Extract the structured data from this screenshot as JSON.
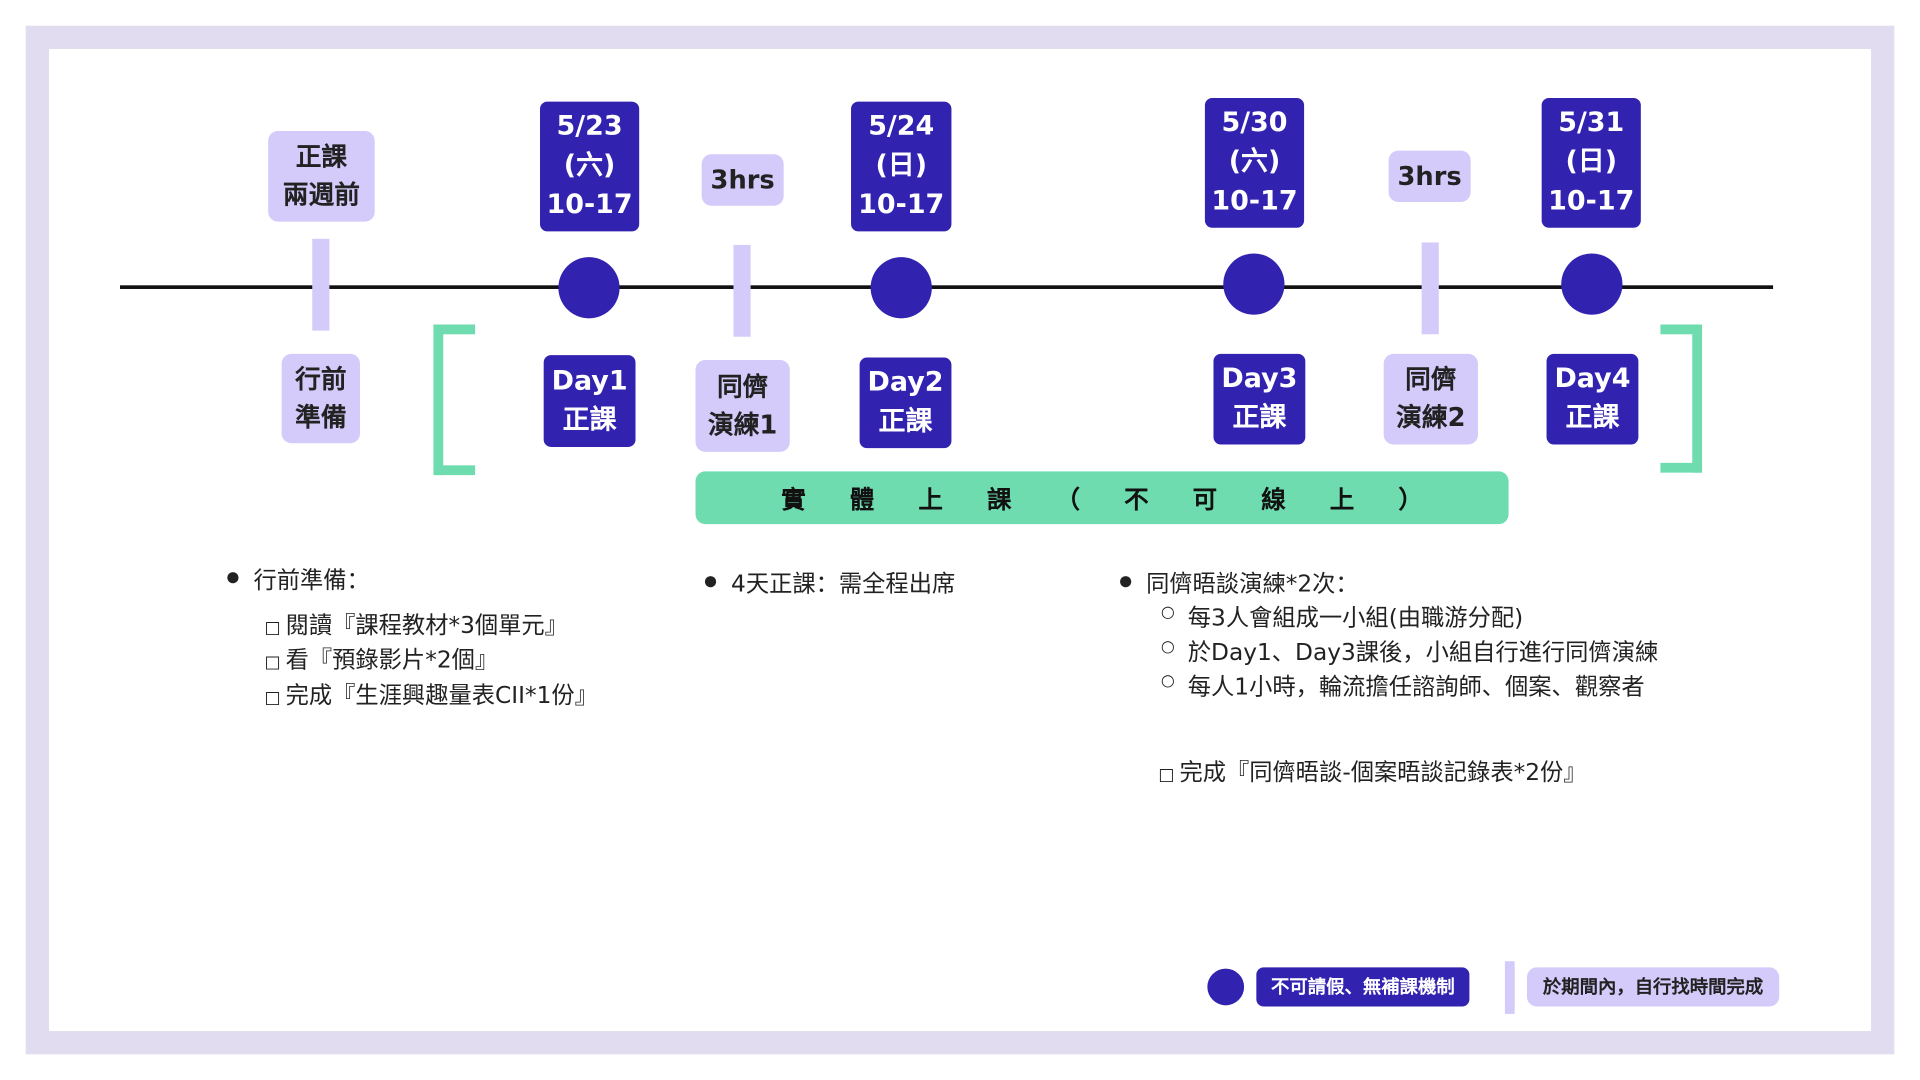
{
  "colors": {
    "frame": "#e1dcef",
    "dark": "#3222b0",
    "light": "#d4cbfb",
    "green": "#6fdcb0"
  },
  "top_labels": {
    "prep": [
      "正課",
      "兩週前"
    ],
    "day1": [
      "5/23",
      "(六)",
      "10-17"
    ],
    "practice1": "3hrs",
    "day2": [
      "5/24",
      "(日)",
      "10-17"
    ],
    "day3": [
      "5/30",
      "(六)",
      "10-17"
    ],
    "practice2": "3hrs",
    "day4": [
      "5/31",
      "(日)",
      "10-17"
    ]
  },
  "bottom_labels": {
    "prep": [
      "行前",
      "準備"
    ],
    "day1": [
      "Day1",
      "正課"
    ],
    "practice1": [
      "同儕",
      "演練1"
    ],
    "day2": [
      "Day2",
      "正課"
    ],
    "day3": [
      "Day3",
      "正課"
    ],
    "practice2": [
      "同儕",
      "演練2"
    ],
    "day4": [
      "Day4",
      "正課"
    ]
  },
  "green_banner": "實體上課（不可線上）",
  "notes": {
    "prep": {
      "title": "行前準備：",
      "items": [
        "閱讀『課程教材*3個單元』",
        "看『預錄影片*2個』",
        "完成『生涯興趣量表CII*1份』"
      ]
    },
    "course": {
      "title": "4天正課：需全程出席"
    },
    "practice": {
      "title": "同儕晤談演練*2次：",
      "items": [
        "每3人會組成一小組(由職游分配)",
        "於Day1、Day3課後，小組自行進行同儕演練",
        "每人1小時，輪流擔任諮詢師、個案、觀察者"
      ],
      "task": "完成『同儕晤談-個案晤談記錄表*2份』"
    }
  },
  "legend": {
    "dark": "不可請假、無補課機制",
    "light": "於期間內，自行找時間完成"
  }
}
